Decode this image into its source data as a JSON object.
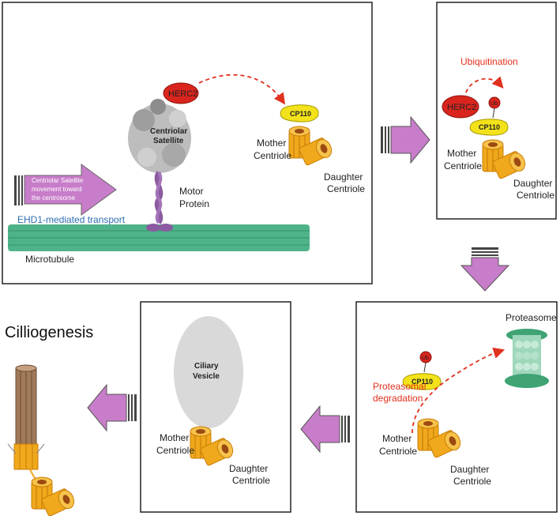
{
  "panel1": {
    "herc2": "HERC2",
    "satellite_line1": "Centriolar",
    "satellite_line2": "Satellite",
    "cp110": "CP110",
    "mother_line1": "Mother",
    "mother_line2": "Centriole",
    "daughter_line1": "Daughter",
    "daughter_line2": "Centriole",
    "motor_line1": "Motor",
    "motor_line2": "Protein",
    "arrow_text_line1": "Centriolar Satellite",
    "arrow_text_line2": "movement toward",
    "arrow_text_line3": "the centrosome",
    "transport": "EHD1-mediated transport",
    "microtubule": "Microtubule"
  },
  "panel2": {
    "ubiquitination": "Ubiquitination",
    "herc2": "HERC2",
    "ub": "Ub",
    "cp110": "CP110",
    "mother_line1": "Mother",
    "mother_line2": "Centriole",
    "daughter_line1": "Daughter",
    "daughter_line2": "Centriole"
  },
  "panel3": {
    "proteasome": "Proteasome",
    "ub": "Ub",
    "cp110": "CP110",
    "degradation_line1": "Proteasomal",
    "degradation_line2": "degradation",
    "mother_line1": "Mother",
    "mother_line2": "Centriole",
    "daughter_line1": "Daughter",
    "daughter_line2": "Centriole"
  },
  "panel4": {
    "vesicle_line1": "Ciliary",
    "vesicle_line2": "Vesicle",
    "mother_line1": "Mother",
    "mother_line2": "Centriole",
    "daughter_line1": "Daughter",
    "daughter_line2": "Centriole"
  },
  "ciliogenesis": "Cilliogenesis",
  "colors": {
    "arrow": "#c77dc9",
    "herc2": "#d9251d",
    "centriole": "#f0a81c",
    "cp110": "#f3e21a",
    "microtubule": "#4fb389",
    "motor": "#8b5aa0",
    "red_text": "#e0301e",
    "blue_text": "#2e6fb0"
  }
}
